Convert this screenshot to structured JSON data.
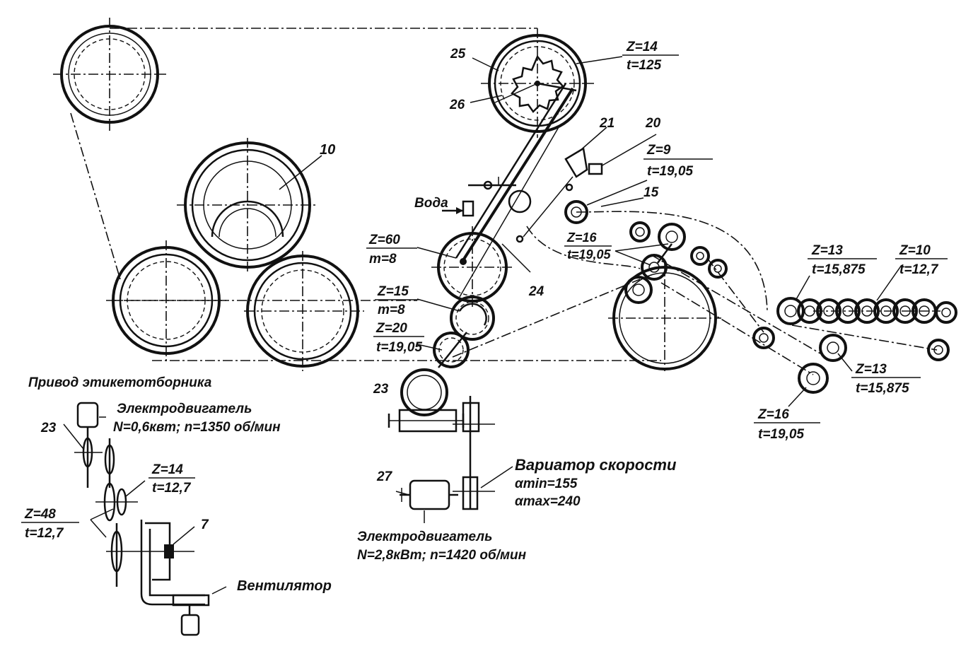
{
  "labels": {
    "n25": "25",
    "n26": "26",
    "n10": "10",
    "n21": "21",
    "n20": "20",
    "n15": "15",
    "n24": "24",
    "n23a": "23",
    "n23b": "23",
    "n27": "27",
    "n7": "7",
    "voda": "Вода"
  },
  "specs": {
    "z14_t125": {
      "top": "Z=14",
      "bottom": "t=125"
    },
    "z9_t1905": {
      "top": "Z=9",
      "bottom": "t=19,05"
    },
    "z16_t1905_mid": {
      "top": "Z=16",
      "bottom": "t=19,05"
    },
    "z60_m8": {
      "top": "Z=60",
      "bottom": "m=8"
    },
    "z15_m8": {
      "top": "Z=15",
      "bottom": "m=8"
    },
    "z20_t1905": {
      "top": "Z=20",
      "bottom": "t=19,05"
    },
    "z13_t15875_top": {
      "top": "Z=13",
      "bottom": "t=15,875"
    },
    "z10_t127": {
      "top": "Z=10",
      "bottom": "t=12,7"
    },
    "z13_t15875_low": {
      "top": "Z=13",
      "bottom": "t=15,875"
    },
    "z16_t1905_low": {
      "top": "Z=16",
      "bottom": "t=19,05"
    },
    "z14_t127": {
      "top": "Z=14",
      "bottom": "t=12,7"
    },
    "z48_t127": {
      "top": "Z=48",
      "bottom": "t=12,7"
    }
  },
  "texts": {
    "drive_title": "Привод этикетотборника",
    "motor1_name": "Электродвигатель",
    "motor1_spec": "N=0,6квт; n=1350 об/мин",
    "variator_name": "Вариатор скорости",
    "alpha_min": "αmin=155",
    "alpha_max": "αmax=240",
    "motor2_name": "Электродвигатель",
    "motor2_spec": "N=2,8кВт; n=1420 об/мин",
    "fan": "Вентилятор"
  }
}
